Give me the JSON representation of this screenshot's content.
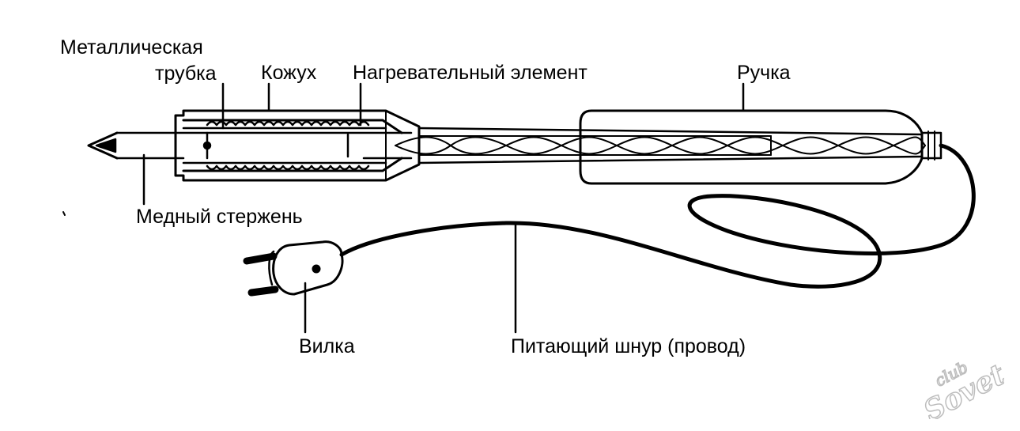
{
  "labels": {
    "metal_tube_line1": "Металлическая",
    "metal_tube_line2": "трубка",
    "casing": "Кожух",
    "heating_element": "Нагревательный элемент",
    "handle": "Ручка",
    "copper_rod": "Медный стержень",
    "plug": "Вилка",
    "power_cord": "Питающий шнур (провод)"
  },
  "watermark": {
    "line1": "club",
    "line2": "Sovet"
  },
  "colors": {
    "ink": "#000000",
    "background": "#ffffff",
    "watermark": "#cfcfcf"
  }
}
